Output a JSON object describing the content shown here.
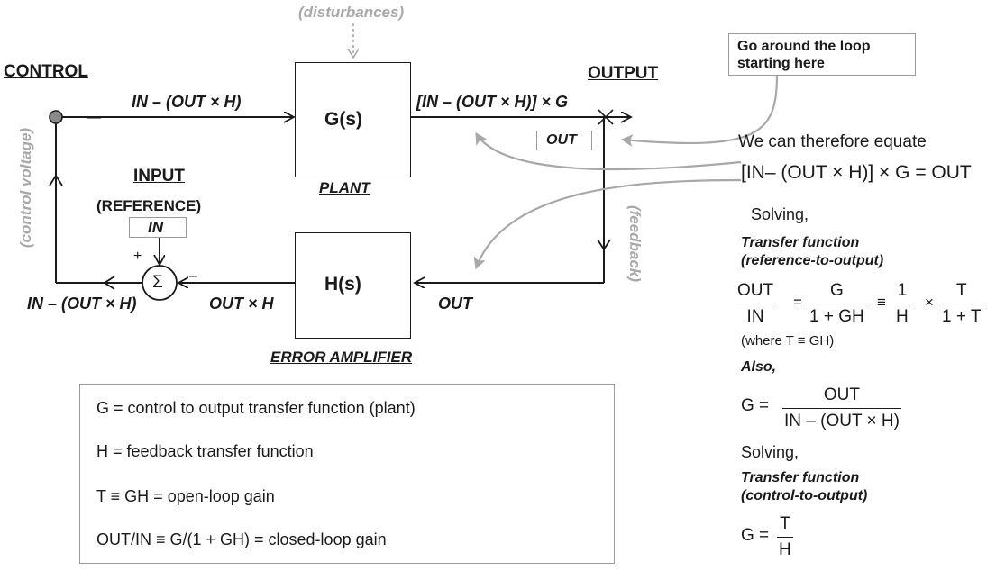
{
  "diagram": {
    "disturbances": "(disturbances)",
    "control": "CONTROL",
    "output": "OUTPUT",
    "input": "INPUT",
    "reference": "(REFERENCE)",
    "in_box": "IN",
    "out_box": "OUT",
    "plant_block": "G(s)",
    "plant_label": "PLANT",
    "error_block": "H(s)",
    "error_label": "ERROR AMPLIFIER",
    "sum_symbol": "Σ",
    "plus_sign": "+",
    "minus_sign": "–",
    "control_voltage": "(control voltage)",
    "feedback": "(feedback)",
    "sig_top": "IN – (OUT × H)",
    "sig_after_plant": "[IN – (OUT × H)] × G",
    "sig_bottom_left": "IN – (OUT × H)",
    "sig_out_h": "OUT × H",
    "sig_out": "OUT",
    "callout": "Go around the loop starting here"
  },
  "right_panel": {
    "equate": "We can therefore equate",
    "equation": "[IN– (OUT × H)] × G = OUT",
    "solving1": "Solving,",
    "tf_ref_title1": "Transfer function",
    "tf_ref_title2": "(reference-to-output)",
    "f1_num": "OUT",
    "f1_den": "IN",
    "eq1": "=",
    "f2_num": "G",
    "f2_den": "1 + GH",
    "equiv1": "≡",
    "f3_num": "1",
    "f3_den": "H",
    "times1": "×",
    "f4_num": "T",
    "f4_den": "1 + T",
    "where": "(where T ≡ GH)",
    "also": "Also,",
    "g_eq": "G =",
    "g_num": "OUT",
    "g_den": "IN – (OUT × H)",
    "solving2": "Solving,",
    "tf_ctrl_title1": "Transfer function",
    "tf_ctrl_title2": "(control-to-output)",
    "g_eq2": "G =",
    "g2_num": "T",
    "g2_den": "H"
  },
  "legend": {
    "row1": "G = control to output transfer function (plant)",
    "row2": "H = feedback transfer function",
    "row3": "T ≡ GH = open-loop gain",
    "row4": "OUT/IN ≡ G/(1 + GH) = closed-loop gain"
  }
}
